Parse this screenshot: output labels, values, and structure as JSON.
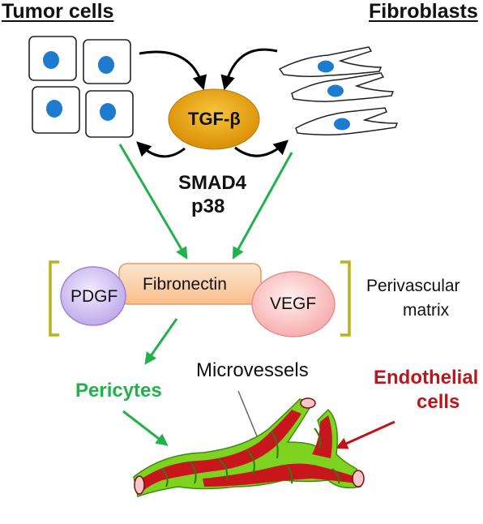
{
  "colors": {
    "green": "#22b14c",
    "dark_red": "#c0141b",
    "nucleus": "#1f7bd0",
    "tgf_gold": "#e8a20c",
    "bracket": "#b9b218"
  },
  "labels": {
    "tumor_cells": "Tumor cells",
    "fibroblasts": "Fibroblasts",
    "tgf_beta": "TGF-β",
    "smad4": "SMAD4",
    "p38": "p38",
    "pdgf": "PDGF",
    "fibronectin": "Fibronectin",
    "vegf": "VEGF",
    "perivascular_line1": "Perivascular",
    "perivascular_line2": "matrix",
    "pericytes": "Pericytes",
    "microvessels": "Microvessels",
    "endothelial_line1": "Endothelial",
    "endothelial_line2": "cells"
  },
  "icons": [
    "tumor-cell-icon",
    "fibroblast-icon",
    "blood-vessel-icon"
  ]
}
